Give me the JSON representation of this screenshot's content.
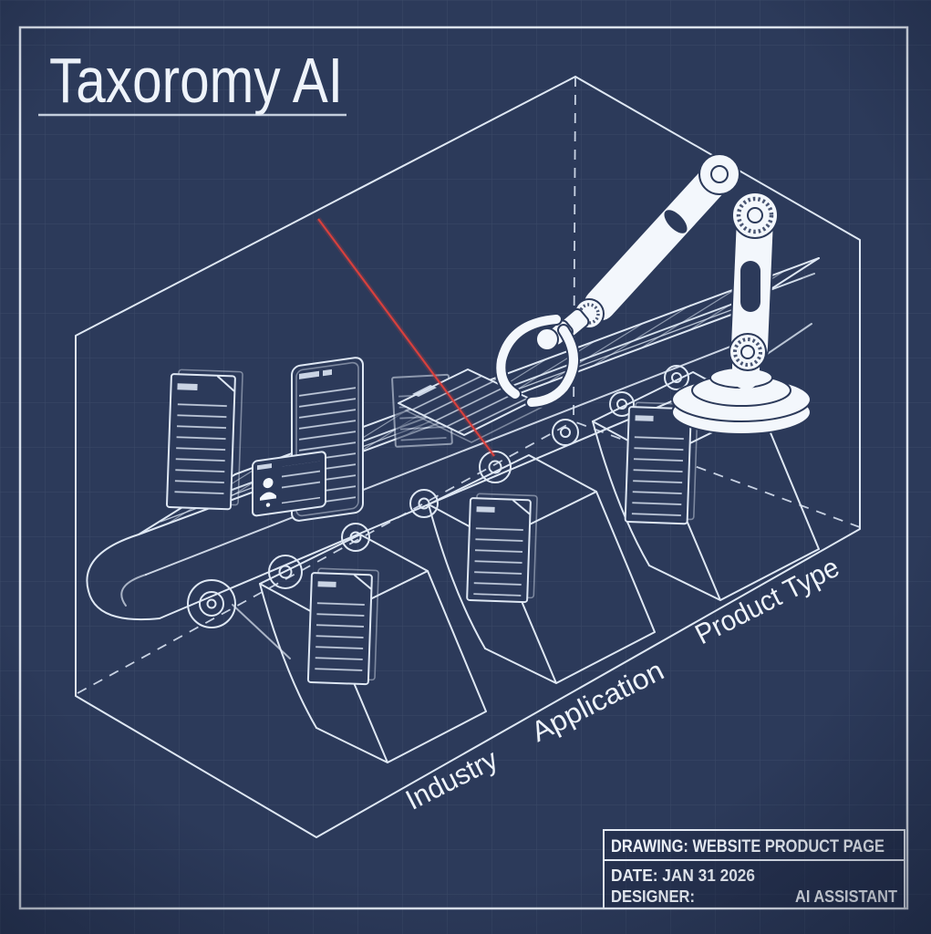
{
  "colors": {
    "background": "#2c3a5a",
    "line": "#dfe8f4",
    "laser": "#e0413c",
    "white_fill": "#f3f7fc"
  },
  "title": {
    "text": "Taxoromy AI"
  },
  "bin_labels": [
    "Industry",
    "Application",
    "Product Type"
  ],
  "title_block": {
    "drawing": "DRAWING: WEBSITE PRODUCT PAGE",
    "date": "DATE: JAN 31 2026",
    "designer_label": "DESIGNER:",
    "designer_value": "AI ASSISTANT"
  }
}
